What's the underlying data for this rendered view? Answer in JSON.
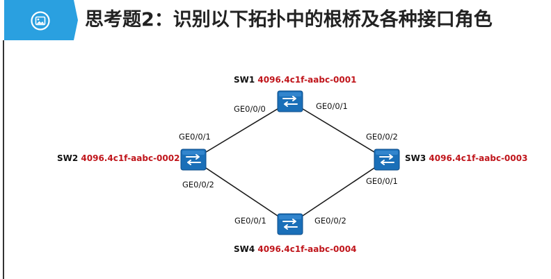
{
  "header": {
    "title": "思考题2：识别以下拓扑中的根桥及各种接口角色",
    "icon": "image-icon",
    "accent_color": "#2aa0e0"
  },
  "diagram": {
    "id_color": "#c0151b",
    "switch_color": "#1a6fb8",
    "switches": [
      {
        "key": "sw1",
        "name": "SW1",
        "id": "4096.4c1f-aabc-0001"
      },
      {
        "key": "sw2",
        "name": "SW2",
        "id": "4096.4c1f-aabc-0002"
      },
      {
        "key": "sw3",
        "name": "SW3",
        "id": "4096.4c1f-aabc-0003"
      },
      {
        "key": "sw4",
        "name": "SW4",
        "id": "4096.4c1f-aabc-0004"
      }
    ],
    "links": [
      {
        "from": "sw2",
        "to": "sw1",
        "from_port": "GE0/0/1",
        "to_port": "GE0/0/0"
      },
      {
        "from": "sw1",
        "to": "sw3",
        "from_port": "GE0/0/1",
        "to_port": "GE0/0/2"
      },
      {
        "from": "sw2",
        "to": "sw4",
        "from_port": "GE0/0/2",
        "to_port": "GE0/0/1"
      },
      {
        "from": "sw3",
        "to": "sw4",
        "from_port": "GE0/0/1",
        "to_port": "GE0/0/2"
      }
    ]
  }
}
